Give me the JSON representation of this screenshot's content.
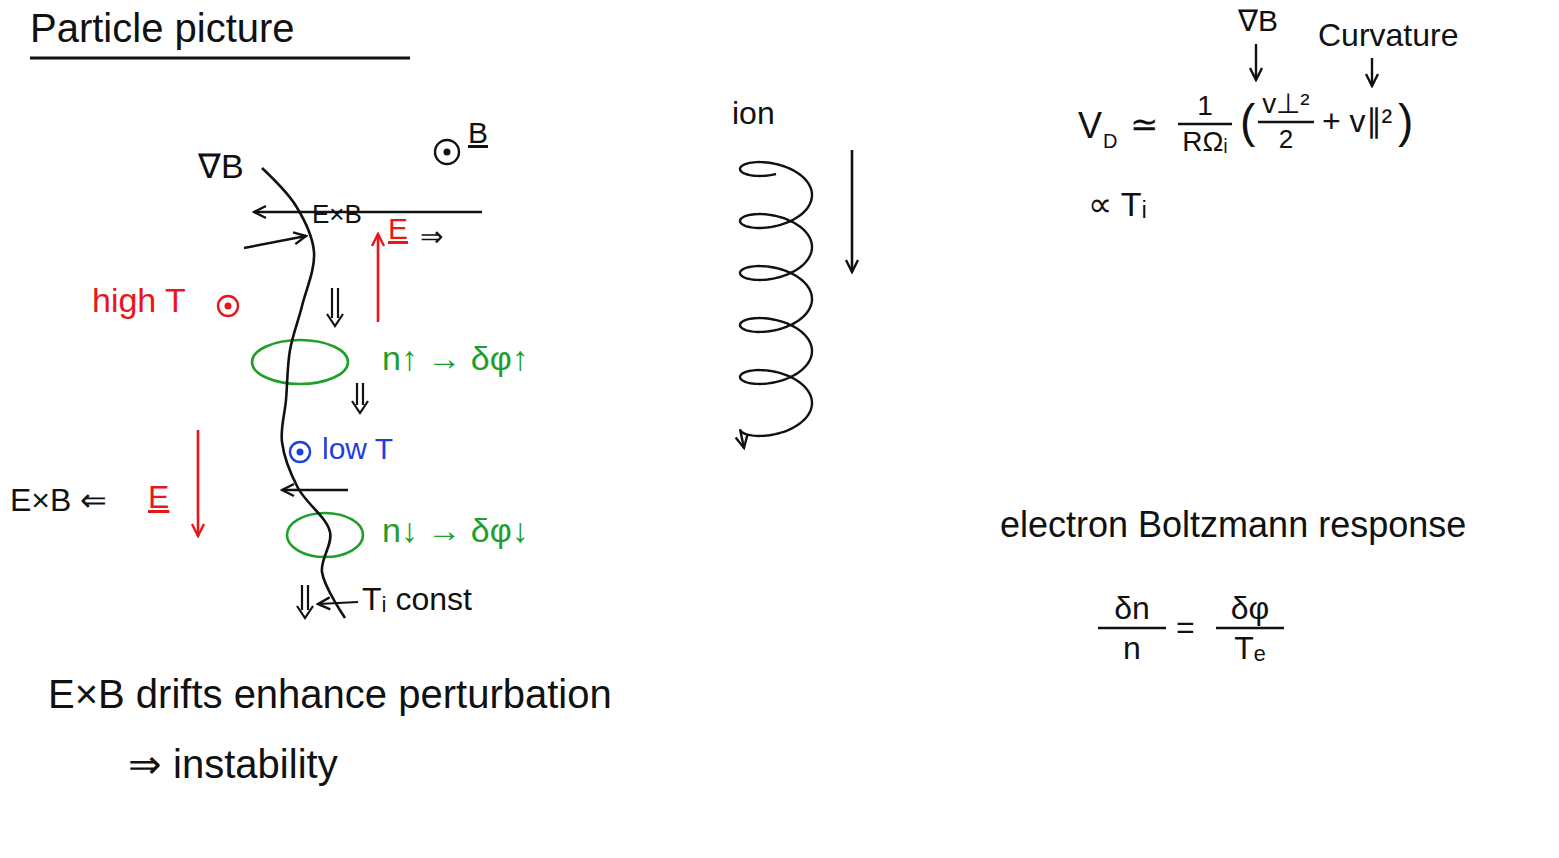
{
  "diagram": {
    "title": "Particle picture",
    "labels": [
      "∇B",
      "B",
      "E×B",
      "E",
      "⇒",
      "high T",
      "n↑ → δφ↑",
      "low T",
      "E×B ⇐",
      "E",
      "n↓ → δφ↓",
      "Tᵢ const",
      "E×B drifts enhance perturbation",
      "⇒ instability",
      "ion",
      "∇B",
      "Curvature",
      "V",
      "D",
      "≃",
      "1",
      "RΩᵢ",
      "(",
      "v⊥²",
      "2",
      "+ v∥²",
      ")",
      "∝ Tᵢ",
      "electron Boltzmann response",
      "δn",
      "n",
      "=",
      "δφ",
      "Tₑ"
    ]
  }
}
